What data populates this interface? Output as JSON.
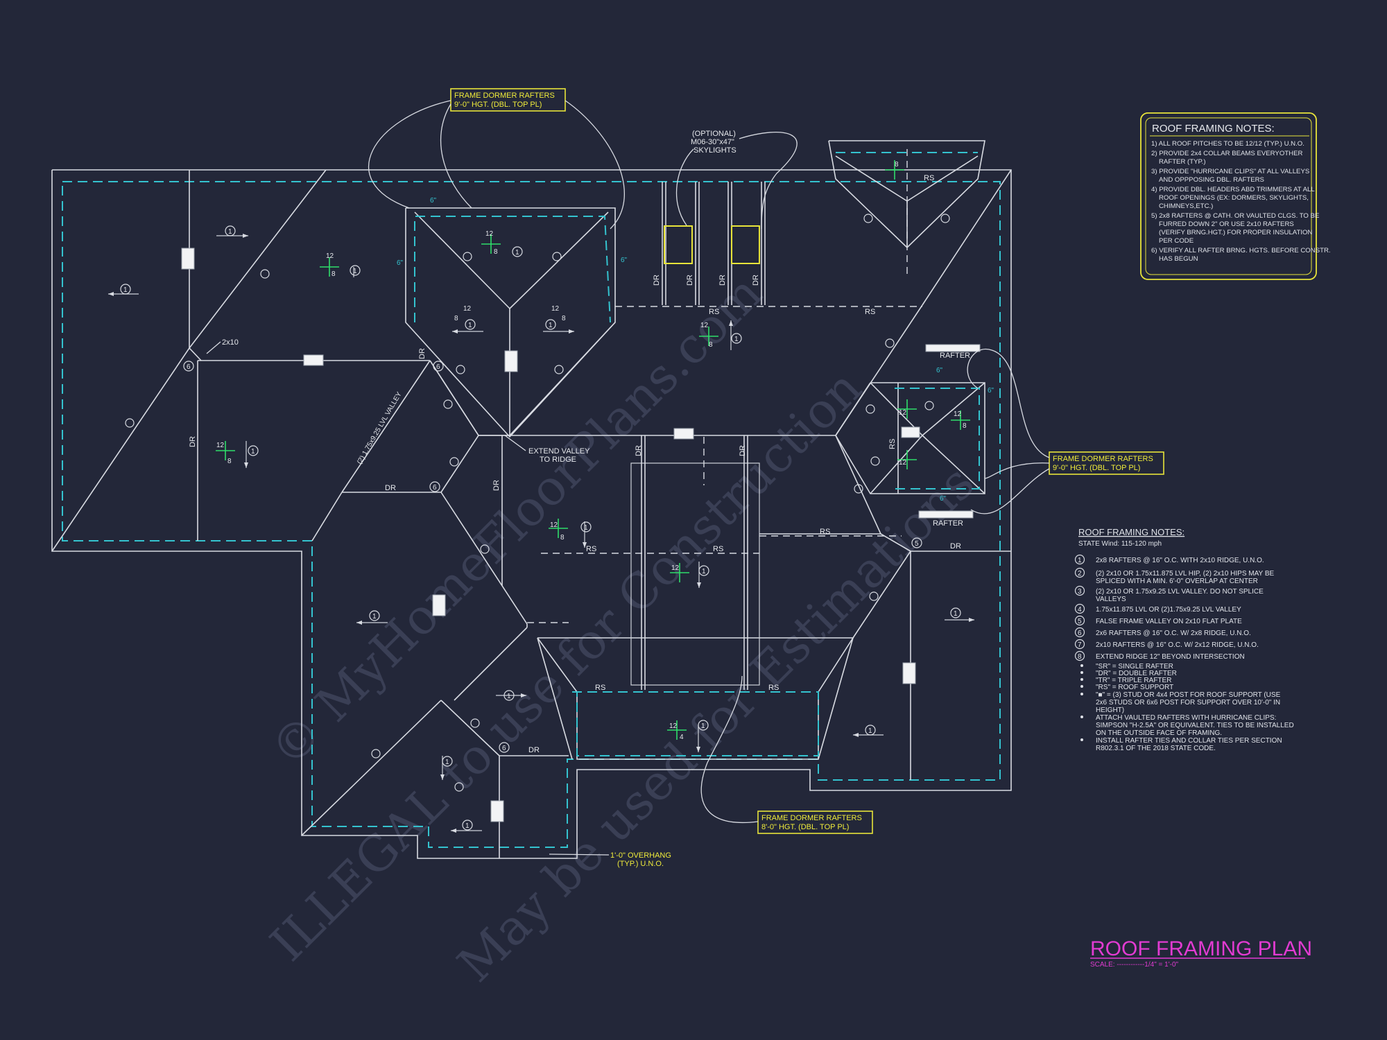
{
  "watermark": {
    "line1": "© MyHomeFloorPlans.com",
    "line2": "ILLEGAL to use for Construction",
    "line3": "May be used for Estimations"
  },
  "callouts": {
    "dormer_top": {
      "line1": "FRAME DORMER RAFTERS",
      "line2": "9'-0\" HGT. (DBL. TOP PL)"
    },
    "dormer_right": {
      "line1": "FRAME DORMER RAFTERS",
      "line2": "9'-0\" HGT. (DBL. TOP PL)"
    },
    "dormer_bottom": {
      "line1": "FRAME DORMER RAFTERS",
      "line2": "8'-0\" HGT. (DBL. TOP PL)"
    },
    "skylights": {
      "line1": "(OPTIONAL)",
      "line2": "M06-30\"x47\"",
      "line3": "SKYLIGHTS"
    },
    "extend_valley": {
      "line1": "EXTEND VALLEY",
      "line2": "TO RIDGE"
    },
    "lvl_valley": "(2) 1.75x9.25 LVL VALLEY",
    "ridge_2x10": "2x10",
    "overhang": {
      "line1": "1'-0\" OVERHANG",
      "line2": "(TYP.) U.N.O."
    },
    "overhang_dim": "6\""
  },
  "tags": {
    "rs": "RS",
    "dr": "DR",
    "rafter": "RAFTER",
    "pitch_12": "12",
    "pitch_8": "8",
    "pitch_4": "4",
    "num1": "1",
    "num5": "5",
    "num6": "6",
    "num8": "8"
  },
  "roof_notes": {
    "title": "ROOF FRAMING NOTES:",
    "items": [
      "1) ALL ROOF PITCHES TO BE 12/12 (TYP.) U.N.O.",
      "2) PROVIDE 2x4 COLLAR BEAMS EVERYOTHER",
      "RAFTER (TYP.)",
      "3) PROVIDE \"HURRICANE CLIPS\" AT ALL VALLEYS",
      "AND OPPPOSING DBL. RAFTERS",
      "4) PROVIDE DBL. HEADERS ABD TRIMMERS AT ALL",
      "ROOF OPENINGS (EX: DORMERS, SKYLIGHTS,",
      "CHIMNEYS,ETC.)",
      "5) 2x8 RAFTERS @ CATH. OR VAULTED CLGS. TO BE",
      "FURRED DOWN 2\" OR USE 2x10 RAFTERS",
      "(VERIFY BRNG.HGT.) FOR PROPER INSULATION",
      "PER CODE",
      "6) VERIFY ALL RAFTER BRNG. HGTS. BEFORE CONSTR.",
      "HAS BEGUN"
    ]
  },
  "legend": {
    "title": "ROOF FRAMING NOTES:",
    "subtitle": "STATE Wind: 115-120 mph",
    "numbered": [
      {
        "n": "1",
        "text": "2x8 RAFTERS @ 16\" O.C. WITH 2x10 RIDGE, U.N.O."
      },
      {
        "n": "2",
        "text": "(2) 2x10 OR 1.75x11.875 LVL HIP, (2) 2x10 HIPS MAY BE"
      },
      {
        "n": "",
        "text": "SPLICED WITH A MIN. 6'-0\" OVERLAP AT CENTER"
      },
      {
        "n": "3",
        "text": "(2) 2x10 OR 1.75x9.25 LVL VALLEY. DO NOT SPLICE"
      },
      {
        "n": "",
        "text": "VALLEYS"
      },
      {
        "n": "4",
        "text": "1.75x11.875 LVL OR (2)1.75x9.25 LVL VALLEY"
      },
      {
        "n": "5",
        "text": "FALSE FRAME VALLEY ON 2x10 FLAT PLATE"
      },
      {
        "n": "6",
        "text": "2x6 RAFTERS @ 16\" O.C. W/ 2x8 RIDGE, U.N.O."
      },
      {
        "n": "7",
        "text": "2x10 RAFTERS @ 16\" O.C. W/ 2x12 RIDGE, U.N.O."
      },
      {
        "n": "8",
        "text": "EXTEND RIDGE 12\" BEYOND INTERSECTION"
      }
    ],
    "bullets": [
      "\"SR\" = SINGLE RAFTER",
      "\"DR\" = DOUBLE RAFTER",
      "\"TR\" = TRIPLE RAFTER",
      "\"RS\" = ROOF SUPPORT",
      "\"■\" = (3) STUD OR 4x4 POST FOR ROOF SUPPORT (USE",
      "2x6 STUDS OR 6x6 POST FOR SUPPORT OVER 10'-0\" IN",
      "HEIGHT)",
      "ATTACH VAULTED RAFTERS WITH HURRICANE CLIPS:",
      "SIMPSON \"H-2.5A\" OR EQUIVALENT. TIES TO BE INSTALLED",
      "ON THE OUTSIDE FACE OF FRAMING.",
      "INSTALL RAFTER TIES AND COLLAR TIES PER SECTION",
      "R802.3.1 OF THE 2018 STATE CODE."
    ]
  },
  "plan_title": {
    "title": "ROOF FRAMING PLAN",
    "scale": "SCALE: ------------1/4\" = 1'-0\""
  },
  "colors": {
    "background": "#232739",
    "lines": "#d8dbe2",
    "overhang_dash": "#34c3cf",
    "callout": "#f0ec3a",
    "title": "#e23bd2",
    "pitch_mark": "#2ede6a"
  }
}
